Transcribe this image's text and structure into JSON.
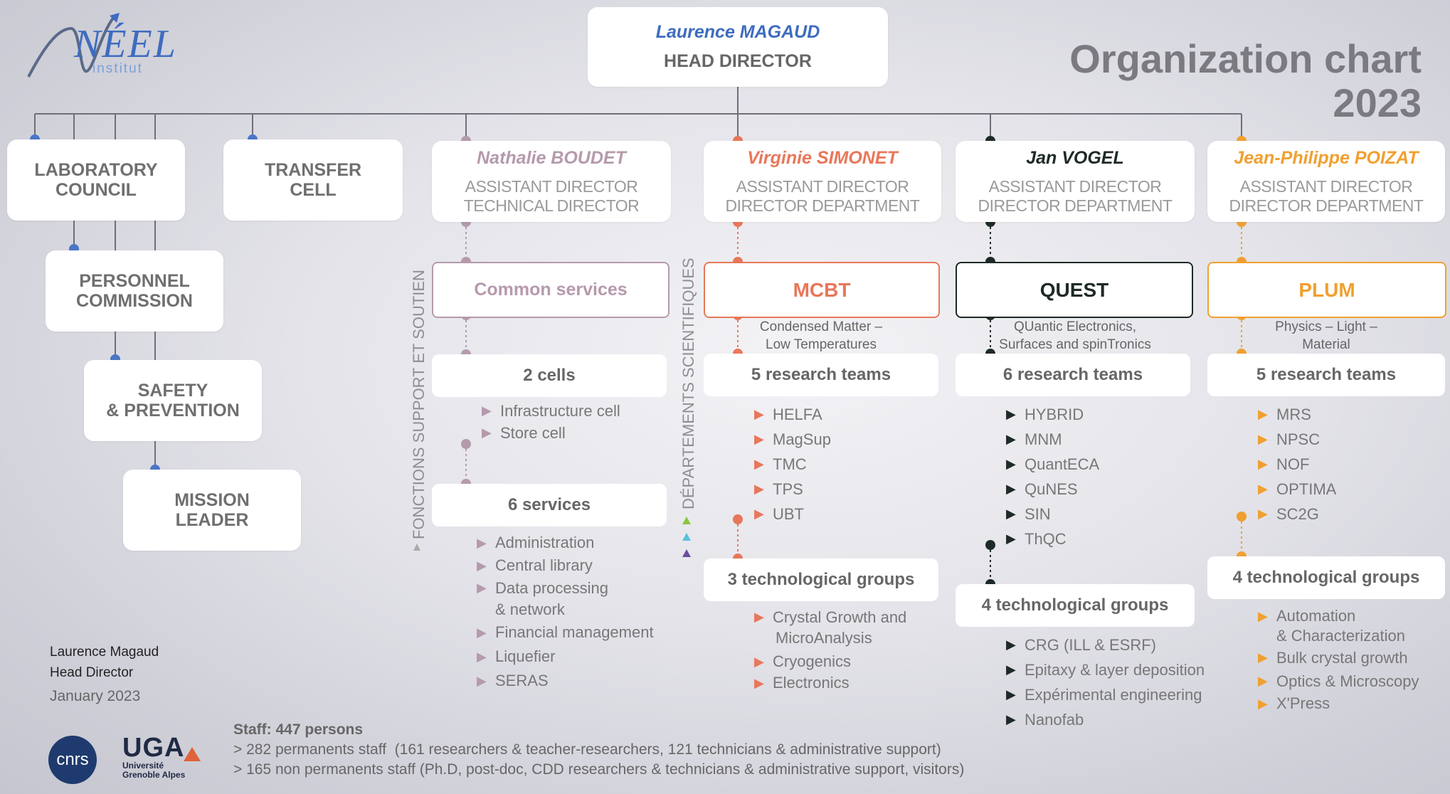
{
  "logo": {
    "name": "NÉEL",
    "sub": "institut"
  },
  "title": {
    "line1": "Organization chart",
    "line2": "2023"
  },
  "director": {
    "name": "Laurence MAGAUD",
    "role": "HEAD DIRECTOR"
  },
  "left_boxes": {
    "council": {
      "line1": "LABORATORY",
      "line2": "COUNCIL"
    },
    "transfer": {
      "line1": "TRANSFER",
      "line2": "CELL"
    },
    "personnel": {
      "line1": "PERSONNEL",
      "line2": "COMMISSION"
    },
    "safety": {
      "line1": "SAFETY",
      "line2": "& PREVENTION"
    },
    "mission": {
      "line1": "MISSION",
      "line2": "LEADER"
    }
  },
  "vertical_labels": {
    "support": "FONCTIONS SUPPORT ET SOUTIEN",
    "departments": "DÉPARTEMENTS SCIENTIFIQUES"
  },
  "colors": {
    "boudet": "#b59aac",
    "simonet": "#e8775a",
    "vogel": "#1e2a26",
    "poizat": "#f0a030",
    "director": "#3e6cbf",
    "blue_dot": "#4a76c6",
    "tri_green": "#8cc63f",
    "tri_blue": "#5bc0de",
    "tri_purple": "#6a4ca0"
  },
  "columns": {
    "boudet": {
      "name": "Nathalie BOUDET",
      "role1": "ASSISTANT DIRECTOR",
      "role2": "TECHNICAL DIRECTOR",
      "unit": "Common services",
      "group1": {
        "title": "2 cells",
        "items": [
          "Infrastructure cell",
          "Store cell"
        ]
      },
      "group2": {
        "title": "6 services",
        "items": [
          "Administration",
          "Central library",
          "Data processing",
          "& network",
          "Financial management",
          "Liquefier",
          "SERAS"
        ]
      }
    },
    "simonet": {
      "name": "Virginie SIMONET",
      "role1": "ASSISTANT DIRECTOR",
      "role2": "DIRECTOR DEPARTMENT",
      "unit": "MCBT",
      "desc1": "Condensed Matter –",
      "desc2": "Low Temperatures",
      "group1": {
        "title": "5 research teams",
        "items": [
          "HELFA",
          "MagSup",
          "TMC",
          "TPS",
          "UBT"
        ]
      },
      "group2": {
        "title": "3 technological groups",
        "items": [
          "Crystal Growth and",
          "MicroAnalysis",
          "Cryogenics",
          "Electronics"
        ]
      }
    },
    "vogel": {
      "name": "Jan VOGEL",
      "role1": "ASSISTANT DIRECTOR",
      "role2": "DIRECTOR DEPARTMENT",
      "unit": "QUEST",
      "desc1": "QUantic Electronics,",
      "desc2": "Surfaces and spinTronics",
      "group1": {
        "title": "6 research teams",
        "items": [
          "HYBRID",
          "MNM",
          "QuantECA",
          "QuNES",
          "SIN",
          "ThQC"
        ]
      },
      "group2": {
        "title": "4 technological groups",
        "items": [
          "CRG (ILL & ESRF)",
          "Epitaxy & layer deposition",
          "Expérimental engineering",
          "Nanofab"
        ]
      }
    },
    "poizat": {
      "name": "Jean-Philippe POIZAT",
      "role1": "ASSISTANT DIRECTOR",
      "role2": "DIRECTOR DEPARTMENT",
      "unit": "PLUM",
      "desc1": "Physics – Light –",
      "desc2": "Material",
      "group1": {
        "title": "5 research teams",
        "items": [
          "MRS",
          "NPSC",
          "NOF",
          "OPTIMA",
          "SC2G"
        ]
      },
      "group2": {
        "title": "4 technological groups",
        "items": [
          "Automation",
          "& Characterization",
          "Bulk crystal growth",
          "Optics & Microscopy",
          "X'Press"
        ]
      }
    }
  },
  "signature": {
    "name": "Laurence Magaud",
    "role": "Head Director",
    "date": "January 2023"
  },
  "staff": {
    "title": "Staff: 447 persons",
    "line1": "> 282 permanents staff  (161 researchers & teacher-researchers, 121 technicians & administrative support)",
    "line2": "> 165 non permanents staff (Ph.D, post-doc, CDD researchers & technicians & administrative support, visitors)"
  },
  "partners": {
    "cnrs": "cnrs",
    "uga": "UGA",
    "uga_sub1": "Université",
    "uga_sub2": "Grenoble Alpes"
  }
}
